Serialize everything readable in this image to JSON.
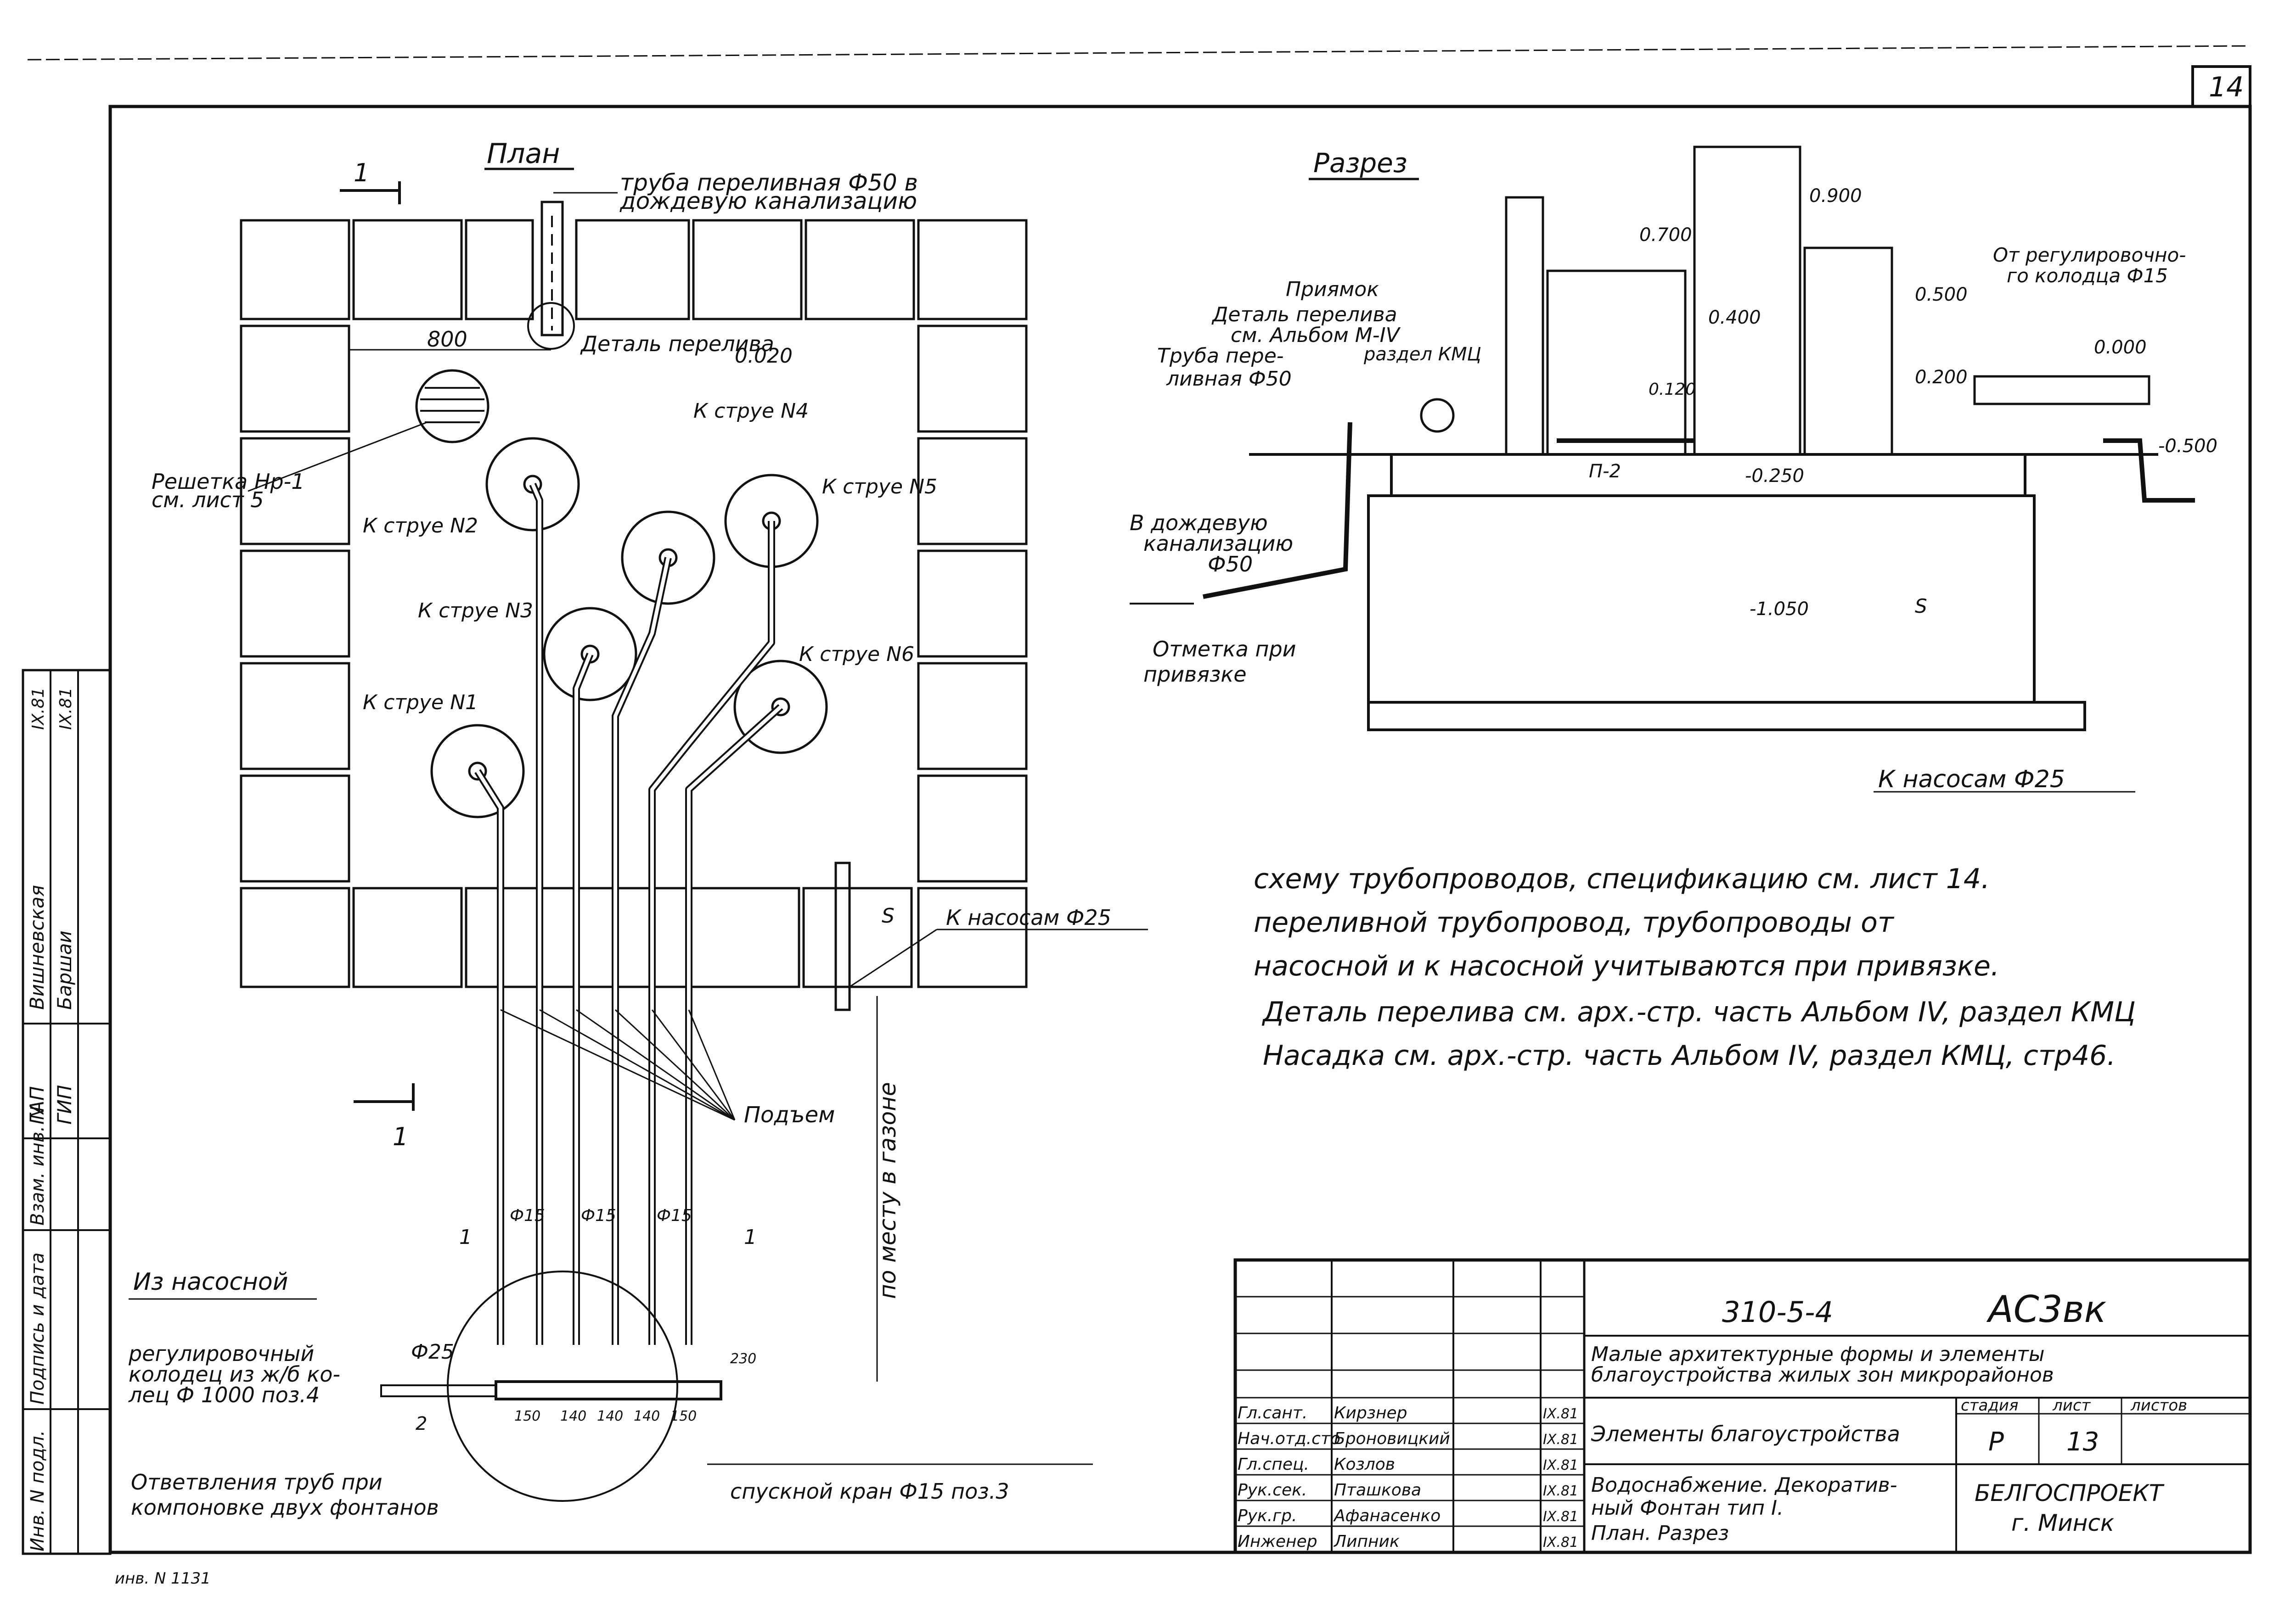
{
  "sheet_number_corner": "14",
  "plan": {
    "title": "План",
    "section_mark": "1",
    "labels": {
      "overflow_pipe_1": "труба переливная Ф50 в",
      "overflow_pipe_2": "дождевую канализацию",
      "dim_800": "800",
      "overflow_detail": "Деталь перелива",
      "level_020": "0.020",
      "grille_1": "Решетка Нр-1",
      "grille_2": "см. лист 5",
      "jet1": "К струе N1",
      "jet2": "К струе N2",
      "jet3": "К струе N3",
      "jet4": "К струе N4",
      "jet5": "К струе N5",
      "jet6": "К струе N6",
      "pump_25": "К насосам Ф25",
      "s_mark": "S",
      "riser": "Подъем",
      "phi15": "Ф15",
      "in_place": "по месту в газоне",
      "one": "1",
      "from_pump": "Из насосной",
      "well_1": "регулировочный",
      "well_2": "колодец из ж/б ко-",
      "well_3": "лец Ф 1000 поз.4",
      "phi25": "Ф25",
      "two": "2",
      "branch_1": "Ответвления труб при",
      "branch_2": "компоновке двух фонтанов",
      "drain_valve": "спускной кран Ф15 поз.3",
      "d150": "150",
      "d140": "140",
      "d230": "230"
    }
  },
  "section": {
    "title": "Разрез",
    "labels": {
      "pit": "Приямок",
      "detail_1": "Деталь перелива",
      "detail_2": "см. Альбом М-IV",
      "detail_3": "раздел КМЦ",
      "pipe_1": "Труба пере-",
      "pipe_2": "ливная Ф50",
      "storm_1": "В дождевую",
      "storm_2": "канализацию",
      "storm_3": "Ф50",
      "mark_1": "Отметка при",
      "mark_2": "привязке",
      "lvl_700": "0.700",
      "lvl_900": "0.900",
      "lvl_400": "0.400",
      "lvl_500": "0.500",
      "lvl_120": "0.120",
      "lvl_200": "0.200",
      "lvl_000": "0.000",
      "lvl_m500": "-0.500",
      "lvl_m250": "-0.250",
      "lvl_m1050": "-1.050",
      "p2": "П-2",
      "s": "S",
      "reg_well_1": "От регулировочно-",
      "reg_well_2": "го колодца Ф15",
      "to_pump": "К насосам Ф25"
    }
  },
  "notes": [
    "схему трубопроводов, спецификацию см. лист 14.",
    "переливной трубопровод, трубопроводы от",
    "насосной и к насосной учитываются при привязке.",
    "Деталь перелива см. арх.-стр. часть Альбом IV, раздел КМЦ",
    "Насадка см. арх.-стр. часть Альбом IV, раздел КМЦ, стр46."
  ],
  "side_stamp": {
    "col1": [
      "Инв. N подл.",
      "Подпись и дата",
      "Взам. инв. N"
    ],
    "names": [
      "Вишневская",
      "Баршаи"
    ],
    "roles": [
      "ГАП",
      "ГИП"
    ],
    "dates": [
      "IX.81",
      "IX.81"
    ]
  },
  "title_block": {
    "code": "310-5-4",
    "mark": "АС3вк",
    "project_1": "Малые архитектурные формы и элементы",
    "project_2": "благоустройства жилых зон микрорайонов",
    "stage_header": "стадия",
    "sheet_header": "лист",
    "sheets_header": "листов",
    "stage": "Р",
    "sheet": "13",
    "part": "Элементы благоустройства",
    "desc_1": "Водоснабжение. Декоратив-",
    "desc_2": "ный Фонтан тип I.",
    "desc_3": "План. Разрез",
    "org_1": "БЕЛГОСПРОЕКТ",
    "org_2": "г. Минск",
    "people": [
      {
        "role": "Гл.сант.",
        "name": "Кирзнер",
        "date": "IX.81"
      },
      {
        "role": "Нач.отд.сто",
        "name": "Броновицкий",
        "date": "IX.81"
      },
      {
        "role": "Гл.спец.",
        "name": "Козлов",
        "date": "IX.81"
      },
      {
        "role": "Рук.сек.",
        "name": "Пташкова",
        "date": "IX.81"
      },
      {
        "role": "Рук.гр.",
        "name": "Афанасенко",
        "date": "IX.81"
      },
      {
        "role": "Инженер",
        "name": "Липник",
        "date": "IX.81"
      }
    ]
  },
  "bottom_clip": "инв. N 1131"
}
